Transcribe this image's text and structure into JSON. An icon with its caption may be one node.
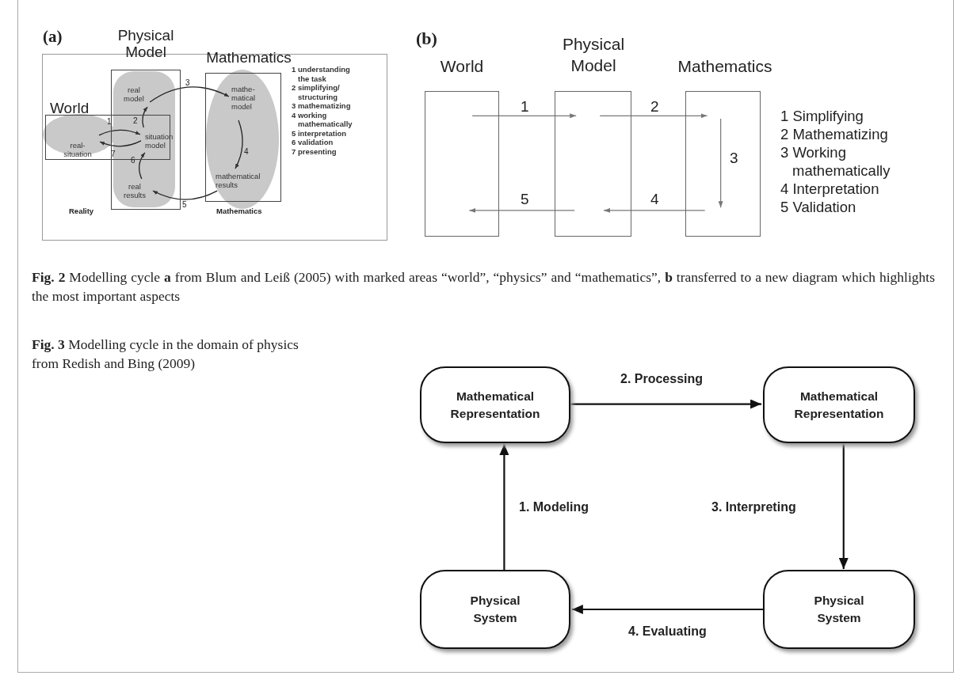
{
  "diagram": {
    "nodes": [
      {
        "text": [
          "(a)"
        ]
      },
      {
        "text": [
          "Physical Model"
        ],
        "in": 0
      },
      {
        "text": [
          "Mathematics"
        ],
        "in": 0
      },
      {
        "text": [
          "real model"
        ],
        "in": 1
      },
      {
        "text": [
          "World"
        ],
        "in": 0
      },
      {
        "text": [
          "real- situation"
        ],
        "in": 4
      },
      {
        "text": [
          "situation model"
        ]
      },
      {
        "text": [
          "real results"
        ],
        "in": 1
      },
      {
        "text": [
          "mathe- matical model"
        ],
        "in": 2
      },
      {
        "text": [
          "mathematical results"
        ],
        "in": 2
      },
      {
        "text": [
          "World"
        ]
      },
      {
        "text": [
          "Physical Model"
        ]
      },
      {
        "text": [
          "Mathematics"
        ]
      },
      {
        "text": [
          "Mathematical Representation"
        ]
      },
      {
        "text": [
          "Mathematical Representation"
        ]
      },
      {
        "text": [
          "Physical System"
        ]
      },
      {
        "text": [
          "Physical System"
        ]
      }
    ],
    "edges": [
      {
        "from": 5,
        "to": 6,
        "arrow": "to",
        "label": "1"
      },
      {
        "from": 6,
        "to": 3,
        "arrow": "to",
        "label": "2"
      },
      {
        "from": 3,
        "to": 8,
        "arrow": "to",
        "label": "3"
      },
      {
        "from": 8,
        "to": 9,
        "arrow": "to",
        "label": "4"
      },
      {
        "from": 9,
        "to": 7,
        "arrow": "to",
        "label": "5"
      },
      {
        "from": 7,
        "to": 6,
        "arrow": "to",
        "label": "6"
      },
      {
        "from": 6,
        "to": 5,
        "arrow": "to",
        "label": "7"
      },
      {
        "from": 10,
        "to": 11,
        "arrow": "to",
        "label": "1"
      },
      {
        "from": 11,
        "to": 12,
        "arrow": "to",
        "label": "2"
      },
      {
        "from": 12,
        "to": 12,
        "arrow": "to",
        "label": "3"
      },
      {
        "from": 12,
        "to": 11,
        "arrow": "to",
        "label": "4"
      },
      {
        "from": 11,
        "to": 10,
        "arrow": "to",
        "label": "5"
      },
      {
        "from": 15,
        "to": 13,
        "arrow": "to",
        "label": "1. Modeling"
      },
      {
        "from": 13,
        "to": 14,
        "arrow": "to",
        "label": "2. Processing"
      },
      {
        "from": 14,
        "to": 16,
        "arrow": "to",
        "label": "3. Interpreting"
      },
      {
        "from": 16,
        "to": 15,
        "arrow": "to",
        "label": "4. Evaluating"
      }
    ],
    "labels": [
      "1 understanding the task",
      "2 simplifying/ structuring",
      "3 mathematizing",
      "4 working mathematically",
      "5 interpretation",
      "6 validation",
      "7 presenting",
      "Reality",
      "Mathematics",
      "(b)",
      "1 Simplifying",
      "2 Mathematizing",
      "3 Working mathematically",
      "4 Interpretation",
      "5 Validation",
      "**Fig. 2** Modelling cycle **a** from Blum and Leiß (2005) with marked areas “world”, “physics” and “mathematics”, **b** transferred to a new diagram which highlights the most important aspects",
      "**Fig. 3** Modelling cycle in the domain of physics from Redish and Bing (2009)"
    ]
  }
}
